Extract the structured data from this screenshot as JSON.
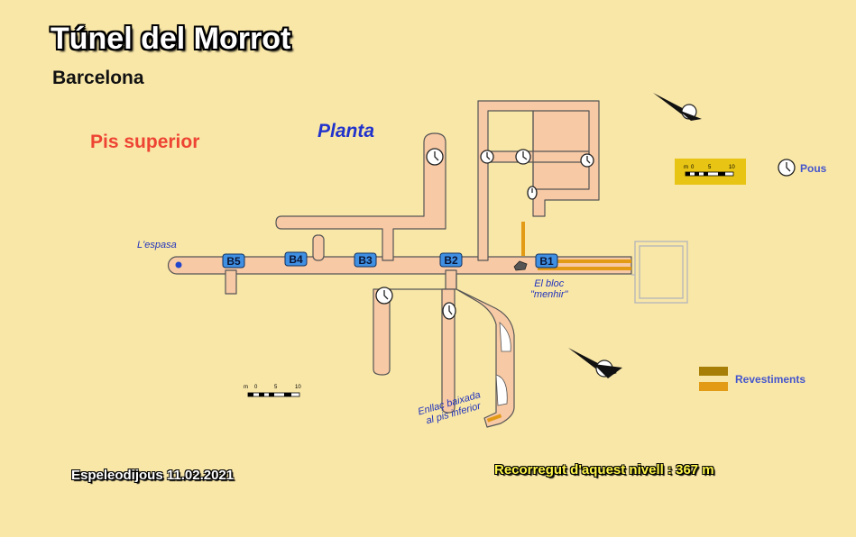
{
  "title": "Túnel del Morrot",
  "subtitle": "Barcelona",
  "level_label": "Pis superior",
  "view_label": "Planta",
  "stations": [
    "B1",
    "B2",
    "B3",
    "B4",
    "B5"
  ],
  "notes": {
    "espasa": "L'espasa",
    "bloc_line1": "El bloc",
    "bloc_line2": "\"menhir\"",
    "enllac_line1": "Enllaç baixada",
    "enllac_line2": "al pis inferior"
  },
  "footer": {
    "date": "Espeleodijous 11.02.2021",
    "distance": "Recorregut d'aquest nivell :  367 m"
  },
  "legend": {
    "pous": "Pous",
    "revestiments": "Revestiments"
  },
  "scale": {
    "unit": "m",
    "ticks": [
      "0",
      "5",
      "10"
    ]
  },
  "colors": {
    "background": "#f9e7a8",
    "tunnel_fill": "#f7c9a4",
    "revestiment_dark": "#a87f06",
    "revestiment_light": "#e39a15",
    "station_badge": "#3f8fe3"
  }
}
